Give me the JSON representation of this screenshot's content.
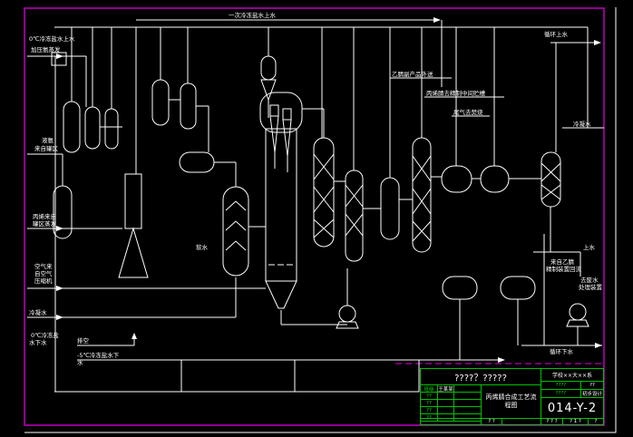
{
  "colors": {
    "background": "#000000",
    "frame_magenta": "#b400b4",
    "frame_white": "#ffffff",
    "drawing_lines": "#ffffff",
    "title_block_lines": "#00c000"
  },
  "labels": [
    "一次冷冻盐水上水",
    "0℃冷冻盐水上水",
    "加压氨蒸发",
    "液氨",
    "来自罐区",
    "丙烯来自",
    "罐区蒸发",
    "空气来",
    "自空气",
    "压缩机",
    "冷凝水",
    "0℃冷冻盐",
    "水下水",
    "排空",
    "-5℃冷冻盐水下",
    "水",
    "软水",
    "循环上水",
    "乙腈副产品外送",
    "丙烯腈去精制中间贮槽",
    "尾气去焚烧",
    "冷凝水",
    "上水",
    "来自乙腈",
    "精制装置回流",
    "去废水",
    "处理装置",
    "循环下水"
  ],
  "title_block": {
    "main_title": "????？?????",
    "org": "学校××大××系",
    "table_rows": [
      {
        "key": "班级",
        "value": "王某某"
      },
      {
        "key": "??",
        "value": ""
      },
      {
        "key": "??",
        "value": ""
      },
      {
        "key": "??",
        "value": ""
      },
      {
        "key": "??",
        "value": ""
      }
    ],
    "drawing_title_line1": "丙烯腈合成工艺流",
    "drawing_title_line2": "程图",
    "field_rows": [
      {
        "key": "????",
        "value": "??"
      },
      {
        "key": "????",
        "value": "初步设计"
      }
    ],
    "drawing_number": "014-Y-2",
    "bottom_left_cell": "? ?",
    "bottom_cells": [
      "? ? ?",
      "? 1 ?",
      "?"
    ]
  }
}
